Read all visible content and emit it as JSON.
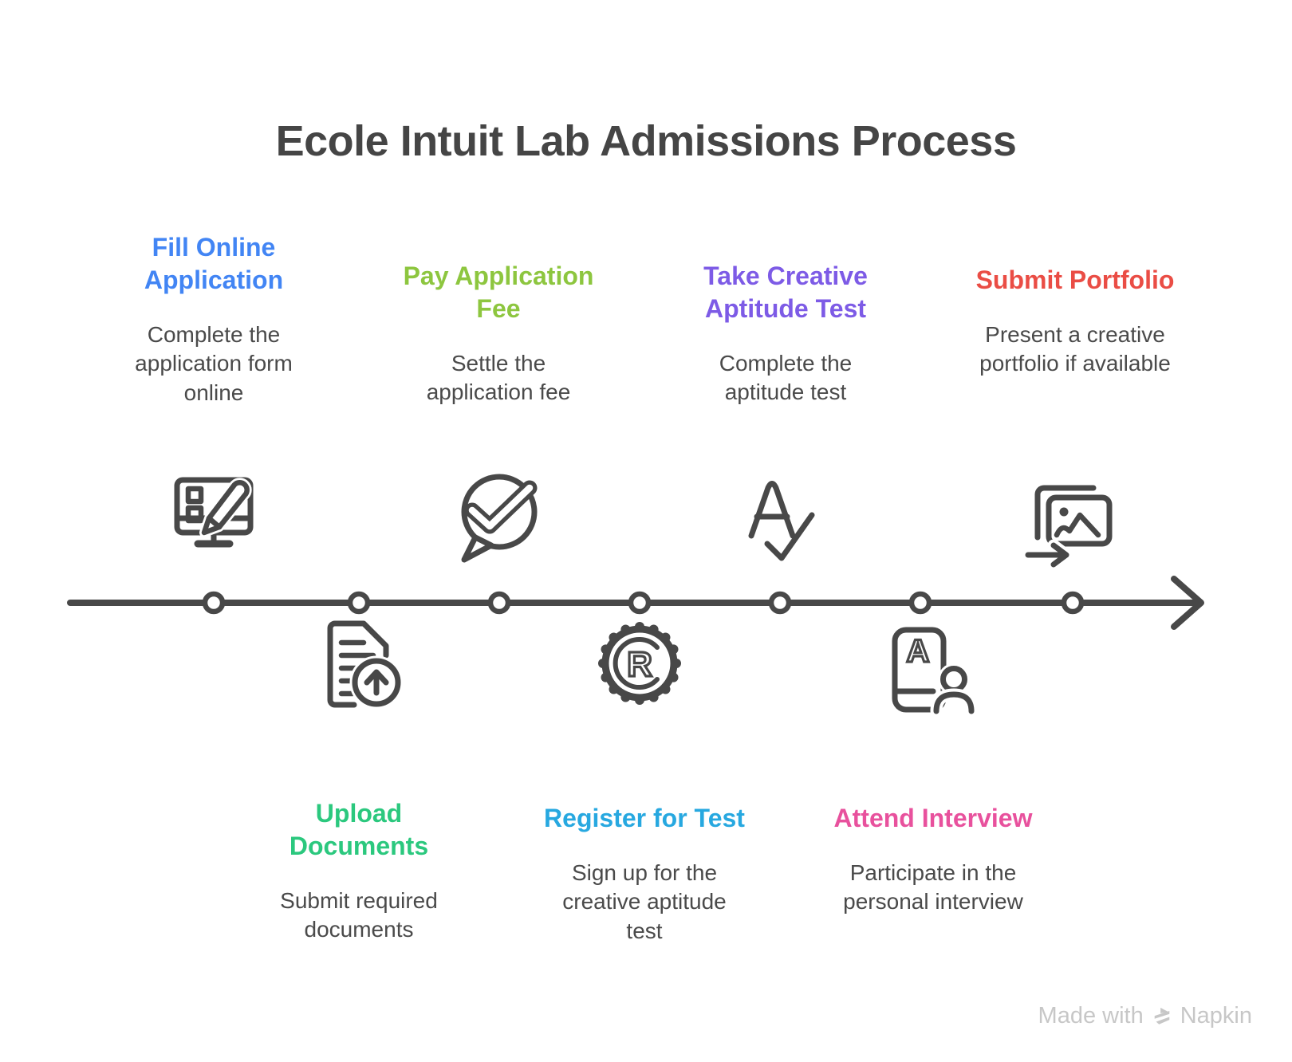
{
  "title": "Ecole Intuit Lab Admissions Process",
  "steps": [
    {
      "label": "Fill Online Application",
      "description": "Complete the application form online",
      "color": "#4285F4",
      "icon": "monitor-pencil"
    },
    {
      "label": "Upload Documents",
      "description": "Submit required documents",
      "color": "#2BC87E",
      "icon": "document-upload"
    },
    {
      "label": "Pay Application Fee",
      "description": "Settle the application fee",
      "color": "#8DC63F",
      "icon": "chat-check"
    },
    {
      "label": "Register for Test",
      "description": "Sign up for the creative aptitude test",
      "color": "#27A8E0",
      "icon": "gear-r"
    },
    {
      "label": "Take Creative Aptitude Test",
      "description": "Complete the aptitude test",
      "color": "#7D5BE6",
      "icon": "letter-a-check"
    },
    {
      "label": "Attend Interview",
      "description": "Participate in the personal interview",
      "color": "#E8519D",
      "icon": "card-person"
    },
    {
      "label": "Submit Portfolio",
      "description": "Present a creative portfolio if available",
      "color": "#EA4D45",
      "icon": "photos-arrow"
    }
  ],
  "icon_letters": {
    "gear": "R",
    "card": "A"
  },
  "watermark": {
    "prefix": "Made with",
    "brand": "Napkin"
  },
  "colors": {
    "line": "#484848",
    "body_text": "#4A4A4A",
    "title_text": "#454545",
    "watermark_text": "#C7C7C7"
  }
}
